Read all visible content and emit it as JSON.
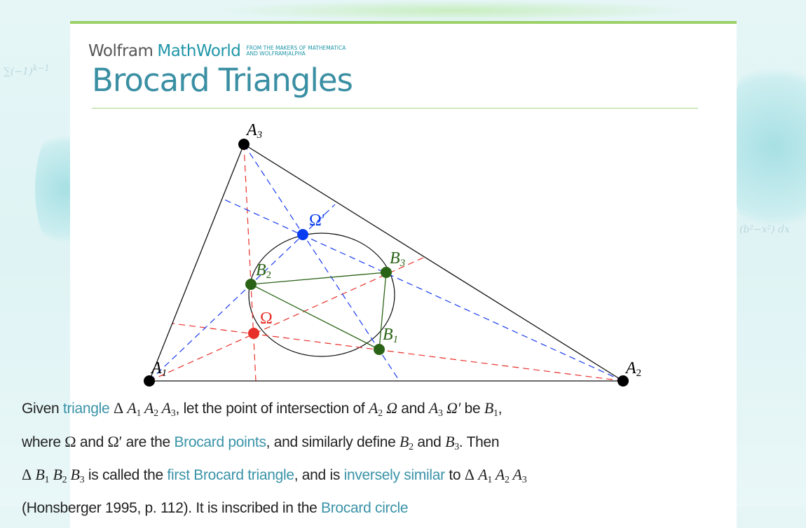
{
  "logo": {
    "wolfram": "Wolfram",
    "mathworld": "MathWorld",
    "tagline_1": "FROM THE MAKERS OF MATHEMATICA",
    "tagline_2": "AND WOLFRAM|ALPHA"
  },
  "page_title": "Brocard Triangles",
  "figure": {
    "labels": {
      "A1": "A",
      "A1s": "1",
      "A2": "A",
      "A2s": "2",
      "A3": "A",
      "A3s": "3",
      "B1": "B",
      "B1s": "1",
      "B2": "B",
      "B2s": "2",
      "B3": "B",
      "B3s": "3",
      "omega": "Ω",
      "omega_prime": "Ω′"
    },
    "colors": {
      "omega": "#e8302a",
      "omega_prime": "#0a3cf0",
      "b_points": "#2a6315",
      "red_lines": "#e8302a",
      "blue_lines": "#1a3cf0"
    }
  },
  "paragraph": {
    "t1": "Given ",
    "l1": "triangle",
    "t2": ", let the point of intersection of ",
    "t3": " and ",
    "t4": " be ",
    "t5": ",",
    "t6": "where ",
    "t7": " and ",
    "t8": " are the ",
    "l2": "Brocard points",
    "t9": ", and similarly define ",
    "t10": " and ",
    "t11": ". Then",
    "t12": " is called the ",
    "l3": "first Brocard triangle",
    "t13": ", and is ",
    "l4": "inversely similar",
    "t14": " to ",
    "t15": "(Honsberger 1995, p. 112). It is inscribed in the ",
    "l5": "Brocard circle"
  }
}
